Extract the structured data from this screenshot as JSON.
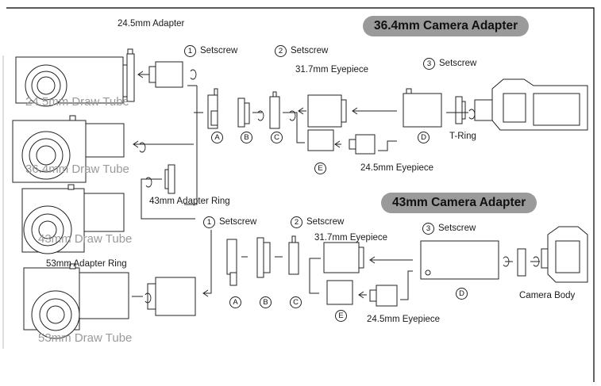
{
  "banners": {
    "top": "36.4mm Camera Adapter",
    "bottom": "43mm Camera Adapter"
  },
  "labels": {
    "adapter_245": "24.5mm Adapter",
    "setscrew": "Setscrew",
    "eyepiece_317": "31.7mm Eyepiece",
    "eyepiece_245": "24.5mm Eyepiece",
    "t_ring": "T-Ring",
    "adapter_ring_43": "43mm Adapter Ring",
    "adapter_ring_53": "53mm Adapter Ring",
    "camera_body": "Camera Body"
  },
  "draw_tubes": [
    "24.5mm Draw Tube",
    "36.4mm Draw Tube",
    "43mm Draw Tube",
    "53mm Draw Tube"
  ],
  "markers": {
    "numbers": [
      "1",
      "2",
      "3"
    ],
    "parts_top": [
      "A",
      "B",
      "C",
      "D",
      "E"
    ],
    "parts_bottom": [
      "A",
      "B",
      "C",
      "D",
      "E"
    ]
  },
  "colors": {
    "line": "#222222",
    "banner": "#9a9a9a",
    "faded_text": "#9a9a9a"
  }
}
